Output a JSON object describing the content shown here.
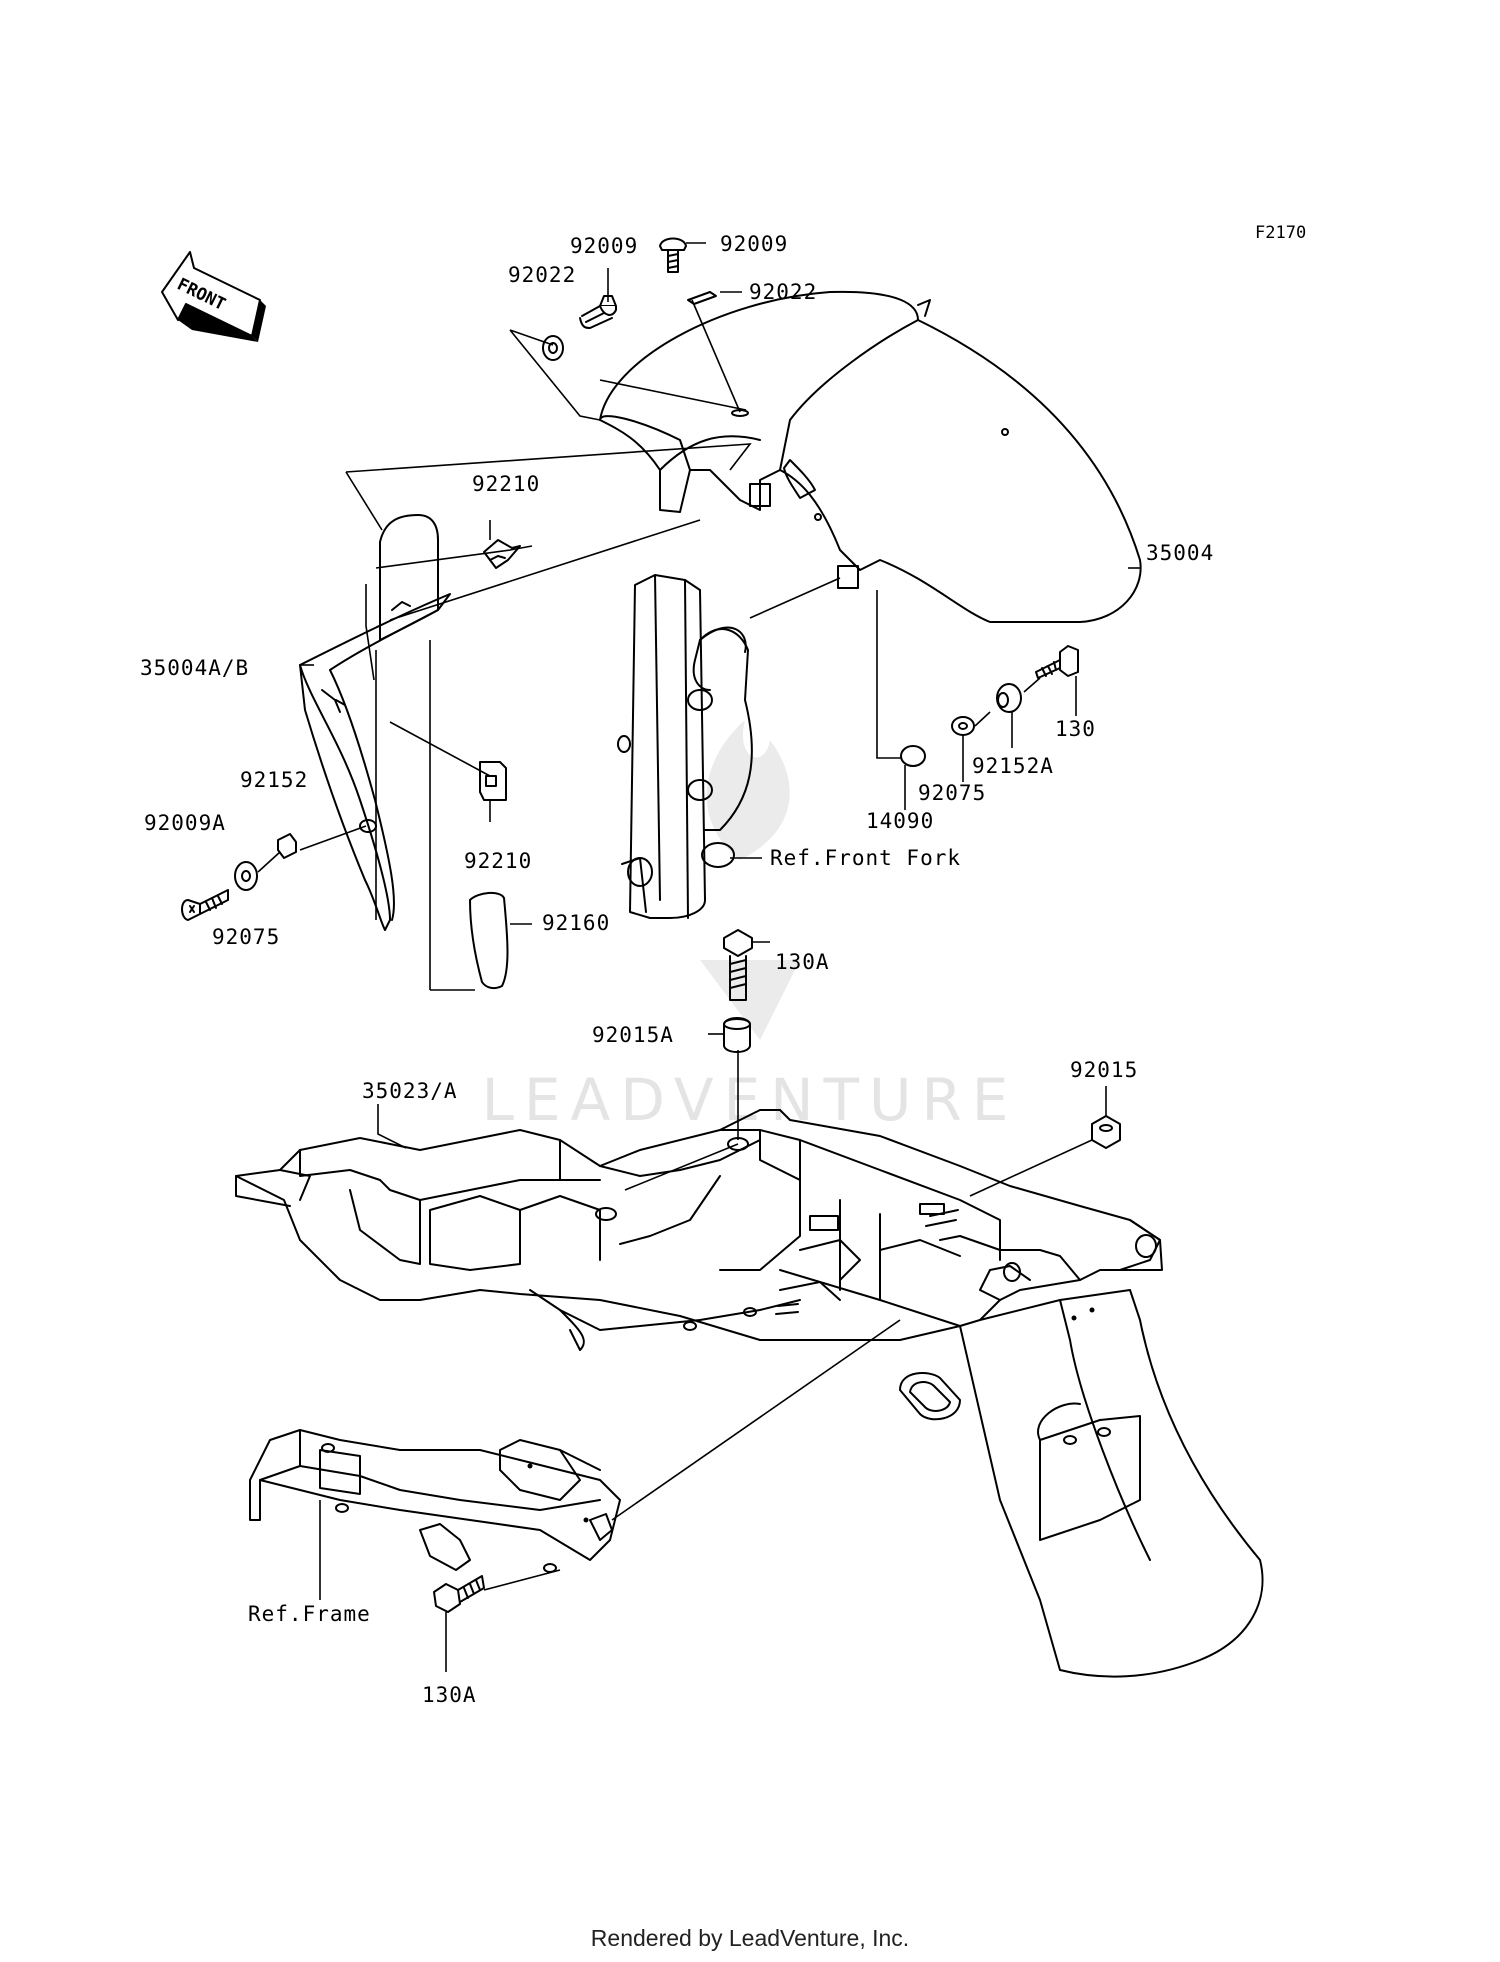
{
  "diagram": {
    "code": "F2170",
    "direction_label": "FRONT",
    "watermark": "LEADVENTURE",
    "footer": "Rendered by LeadVenture, Inc."
  },
  "labels": {
    "p92009_left": "92009",
    "p92009_right": "92009",
    "p92022_left": "92022",
    "p92022_right": "92022",
    "p92210_top": "92210",
    "p35004": "35004",
    "p35004ab": "35004A/B",
    "p130": "130",
    "p92152a": "92152A",
    "p92075_right": "92075",
    "p14090": "14090",
    "p92152": "92152",
    "p92009a": "92009A",
    "p92075_left": "92075",
    "p92210_bottom": "92210",
    "ref_front_fork": "Ref.Front Fork",
    "p92160": "92160",
    "p130a_top": "130A",
    "p92015a": "92015A",
    "p35023a": "35023/A",
    "p92015": "92015",
    "ref_frame": "Ref.Frame",
    "p130a_bottom": "130A"
  }
}
